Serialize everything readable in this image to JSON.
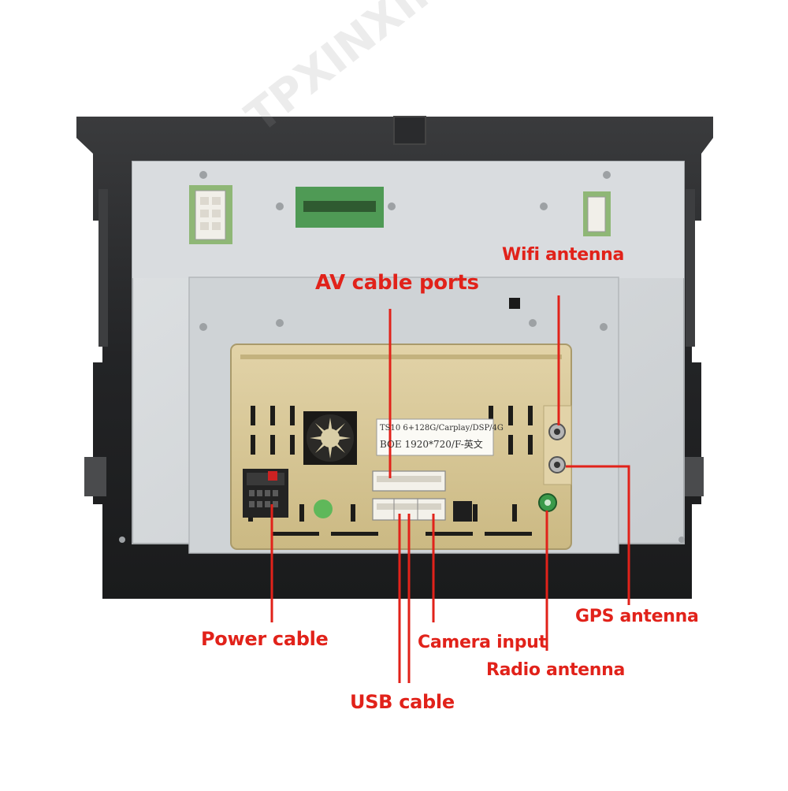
{
  "watermark": "TPXINXIN",
  "sticker": {
    "line1": "TS10 6+128G/Carplay/DSP/4G",
    "line2": "BOE 1920*720/F-英文"
  },
  "labels": {
    "wifi_antenna": "Wifi antenna",
    "av_cable_ports": "AV cable ports",
    "gps_antenna": "GPS antenna",
    "power_cable": "Power cable",
    "camera_input": "Camera input",
    "radio_antenna": "Radio antenna",
    "usb_cable": "USB cable"
  },
  "colors": {
    "callout": "#e1221a",
    "bezel": "#2b2c2e",
    "metal_panel": "#d5d8da",
    "gold_case": "#d8c798"
  }
}
